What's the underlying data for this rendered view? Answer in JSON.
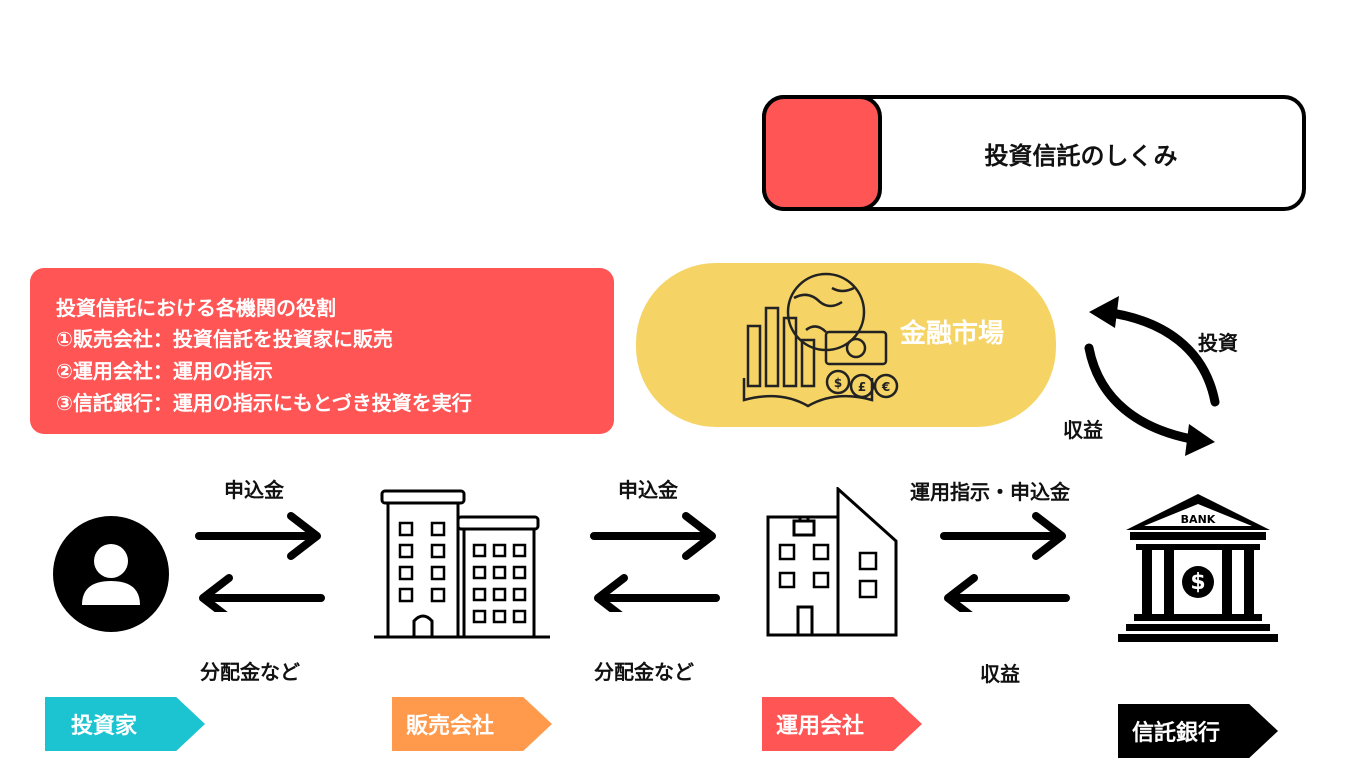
{
  "title": "投資信託のしくみ",
  "roles": {
    "heading": "投資信託における各機関の役割",
    "lines": [
      "①販売会社：投資信託を投資家に販売",
      "②運用会社：運用の指示",
      "③信託銀行：運用の指示にもとづき投資を実行"
    ]
  },
  "market": {
    "label": "金融市場"
  },
  "flows": {
    "investor_to_seller_top": "申込金",
    "investor_to_seller_bottom": "分配金など",
    "seller_to_manager_top": "申込金",
    "seller_to_manager_bottom": "分配金など",
    "manager_to_bank_top": "運用指示・申込金",
    "manager_to_bank_bottom": "収益",
    "market_invest": "投資",
    "market_return": "収益"
  },
  "entities": [
    {
      "name": "投資家",
      "color": "#1cc3d0"
    },
    {
      "name": "販売会社",
      "color": "#ff9a4d"
    },
    {
      "name": "運用会社",
      "color": "#ff5555"
    },
    {
      "name": "信託銀行",
      "color": "#000000"
    }
  ],
  "bank_sign": "BANK",
  "colors": {
    "accent_red": "#ff5555",
    "market_yellow": "#f5d364"
  }
}
